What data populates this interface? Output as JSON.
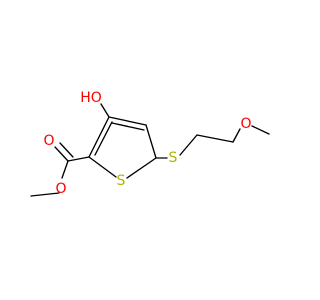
{
  "molecule": {
    "atoms": {
      "hydroxyl": {
        "symbol": "HO",
        "color": "#ff0000"
      },
      "carbonyl_oxygen": {
        "symbol": "O",
        "color": "#ff0000"
      },
      "ester_oxygen": {
        "symbol": "O",
        "color": "#ff0000"
      },
      "ring_sulfur": {
        "symbol": "S",
        "color": "#b3b300"
      },
      "thioether_sulfur": {
        "symbol": "S",
        "color": "#b3b300"
      },
      "ether_oxygen": {
        "symbol": "O",
        "color": "#ff0000"
      }
    },
    "bond_color": "#000000"
  }
}
